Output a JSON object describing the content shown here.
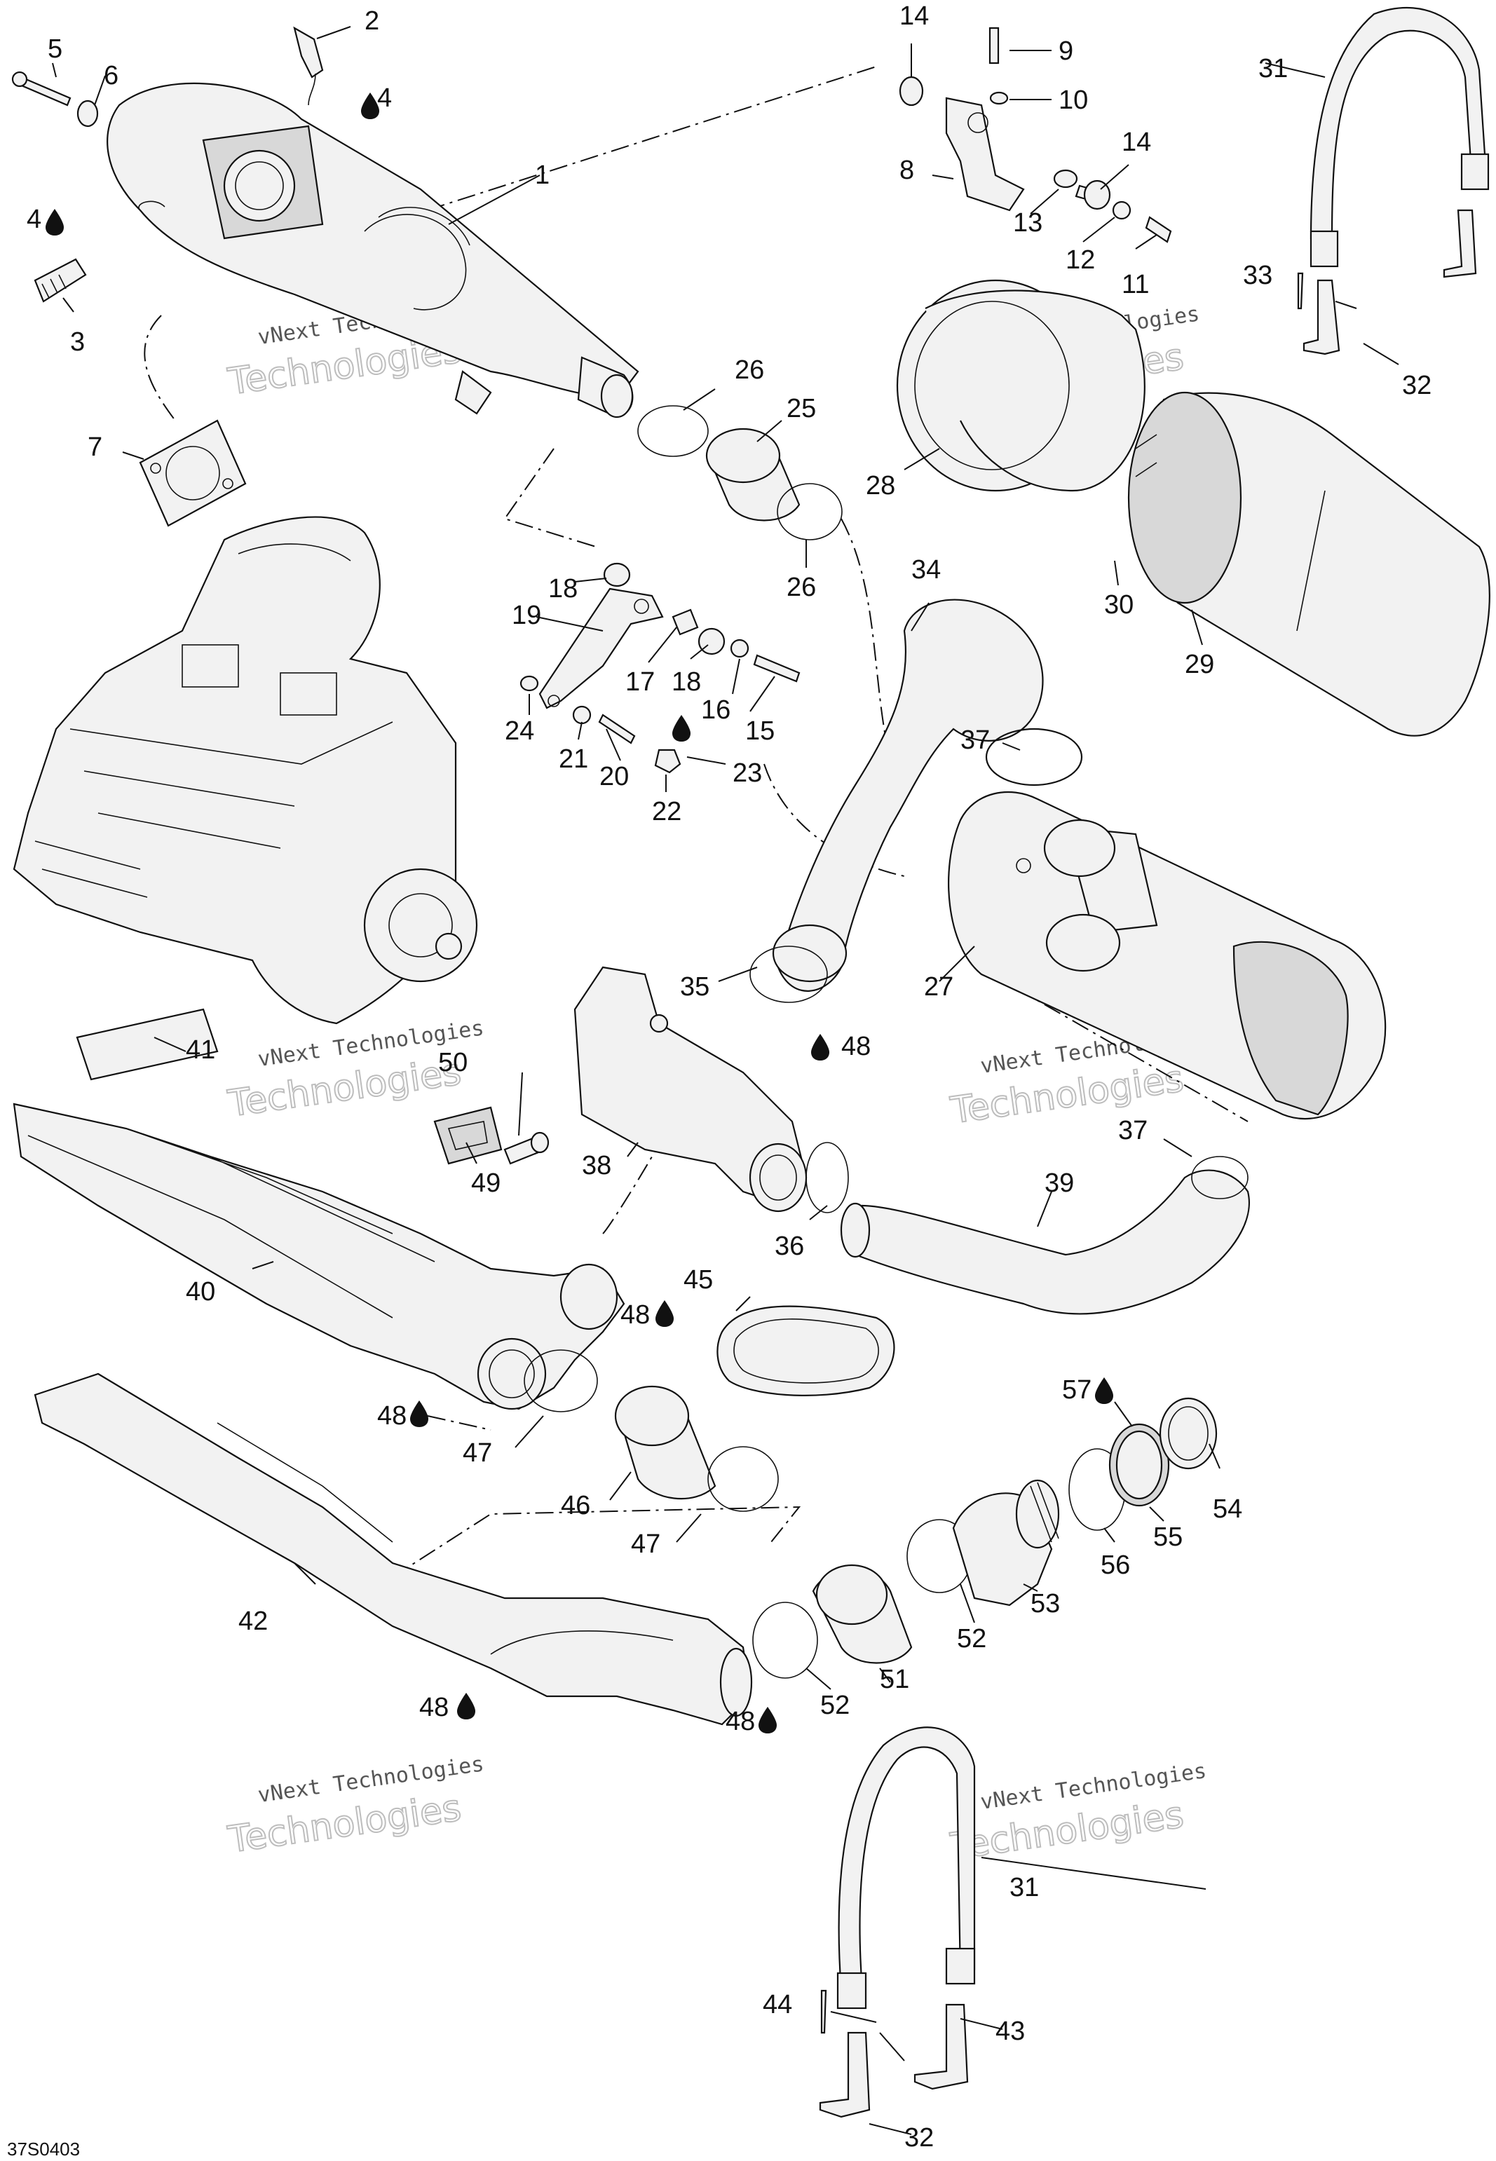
{
  "diagram": {
    "code": "37S0403",
    "watermark": {
      "line1": "vNext Technologies",
      "line2": "Technologies"
    },
    "callouts": {
      "c1": "1",
      "c2": "2",
      "c3": "3",
      "c4a": "4",
      "c4b": "4",
      "c5": "5",
      "c6": "6",
      "c7": "7",
      "c8": "8",
      "c9": "9",
      "c10": "10",
      "c11": "11",
      "c12": "12",
      "c13": "13",
      "c14a": "14",
      "c14b": "14",
      "c15": "15",
      "c16": "16",
      "c17": "17",
      "c18a": "18",
      "c18b": "18",
      "c19": "19",
      "c20": "20",
      "c21": "21",
      "c22": "22",
      "c23": "23",
      "c24": "24",
      "c25": "25",
      "c26a": "26",
      "c26b": "26",
      "c27": "27",
      "c28": "28",
      "c29": "29",
      "c30": "30",
      "c31a": "31",
      "c31b": "31",
      "c32a": "32",
      "c32b": "32",
      "c33": "33",
      "c34": "34",
      "c35": "35",
      "c36": "36",
      "c37a": "37",
      "c37b": "37",
      "c38": "38",
      "c39": "39",
      "c40": "40",
      "c41": "41",
      "c42": "42",
      "c43": "43",
      "c44": "44",
      "c45": "45",
      "c46": "46",
      "c47a": "47",
      "c47b": "47",
      "c48a": "48",
      "c48b": "48",
      "c48c": "48",
      "c48d": "48",
      "c48e": "48",
      "c49": "49",
      "c50": "50",
      "c51": "51",
      "c52a": "52",
      "c52b": "52",
      "c53": "53",
      "c54": "54",
      "c55": "55",
      "c56": "56",
      "c57": "57"
    }
  }
}
